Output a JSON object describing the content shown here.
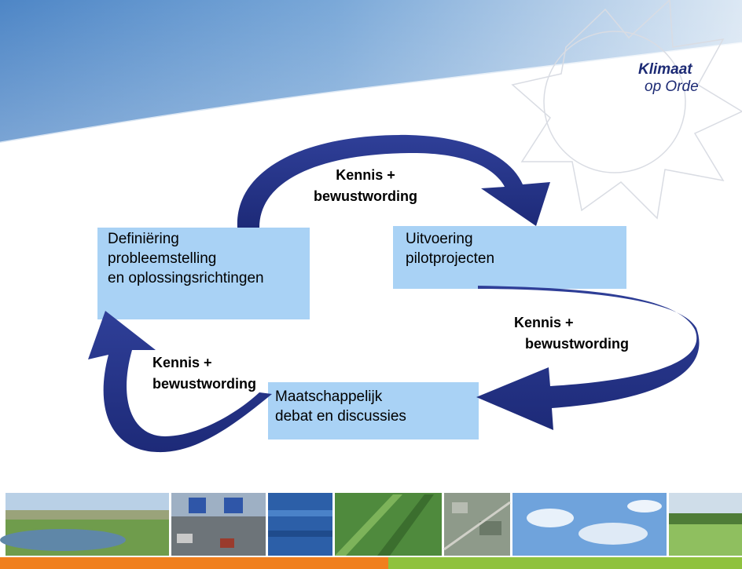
{
  "logo": {
    "line1": "Klimaat",
    "line2": "op Orde"
  },
  "boxes": {
    "definition": {
      "lines": [
        "Definiëring",
        "probleemstelling",
        "en oplossingsrichtingen"
      ]
    },
    "pilot": {
      "lines": [
        "Uitvoering",
        "pilotprojecten"
      ]
    },
    "debate": {
      "lines": [
        "Maatschappelijk",
        "debat en discussies"
      ]
    }
  },
  "flow_labels": {
    "top": {
      "lines": [
        "Kennis +",
        "bewustwording"
      ]
    },
    "right": {
      "lines": [
        "Kennis +",
        "bewustwording"
      ]
    },
    "left": {
      "lines": [
        "Kennis +",
        "bewustwording"
      ]
    }
  },
  "colors": {
    "box_fill": "#a9d2f5",
    "arrow": "#26348a",
    "header_sky": "#5f95cf",
    "logo_text": "#1c2a74",
    "footer_orange": "#f07f1e",
    "footer_green": "#8fc23e"
  },
  "photo_strip": [
    "river-landscape-photo",
    "highway-traffic-photo",
    "sea-water-photo",
    "green-polder-photo",
    "aerial-city-photo",
    "cloudy-sky-photo",
    "field-trees-photo"
  ]
}
